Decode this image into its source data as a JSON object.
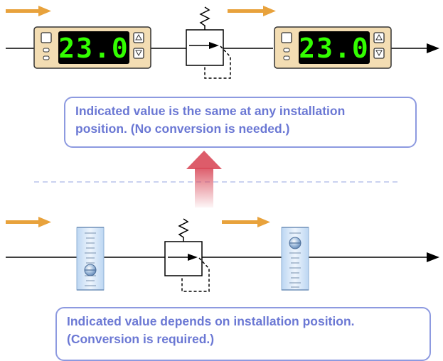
{
  "callouts": {
    "top": {
      "line1": "Indicated value is the same at any installation",
      "line2": "position. (No conversion is needed.)"
    },
    "bottom": {
      "line1": "Indicated value depends on installation position.",
      "line2": "(Conversion is required.)"
    }
  },
  "display_reading": "23.0",
  "colors": {
    "flow_arrow": "#e8a23c",
    "callout_border": "#8d9ae0",
    "callout_text": "#6b78d4",
    "display_digits": "#33ff00",
    "meter_body": "#f3ddb3",
    "flowmeter_tube": "#d5e6f8",
    "transition_arrow": "#d94a5a",
    "divider": "#aab8e8"
  },
  "icons": {
    "digital_sensor": "digital-flow-sensor-icon",
    "regulator": "pressure-regulator-valve-icon",
    "float_meter": "float-flowmeter-icon",
    "flow_direction": "flow-direction-arrow-icon"
  }
}
